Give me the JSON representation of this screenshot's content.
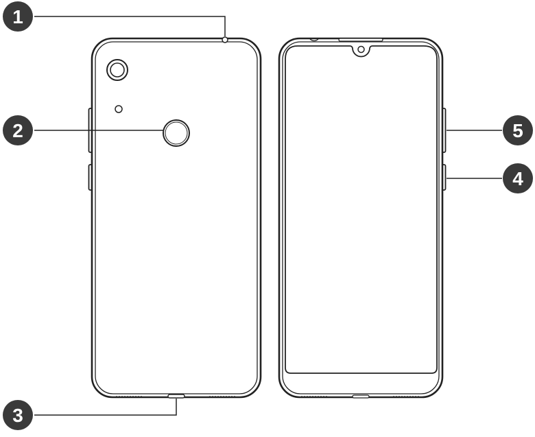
{
  "diagram": {
    "views": [
      {
        "id": "back-view",
        "label": ""
      },
      {
        "id": "front-view",
        "label": ""
      }
    ],
    "callouts": [
      {
        "id": "callout-1",
        "number": "1",
        "target": "top-microphone"
      },
      {
        "id": "callout-2",
        "number": "2",
        "target": "fingerprint-sensor"
      },
      {
        "id": "callout-3",
        "number": "3",
        "target": "bottom-port"
      },
      {
        "id": "callout-4",
        "number": "4",
        "target": "power-button"
      },
      {
        "id": "callout-5",
        "number": "5",
        "target": "volume-buttons"
      }
    ],
    "colors": {
      "line": "#222222",
      "badge": "#3a3a3a",
      "background": "#ffffff"
    }
  }
}
